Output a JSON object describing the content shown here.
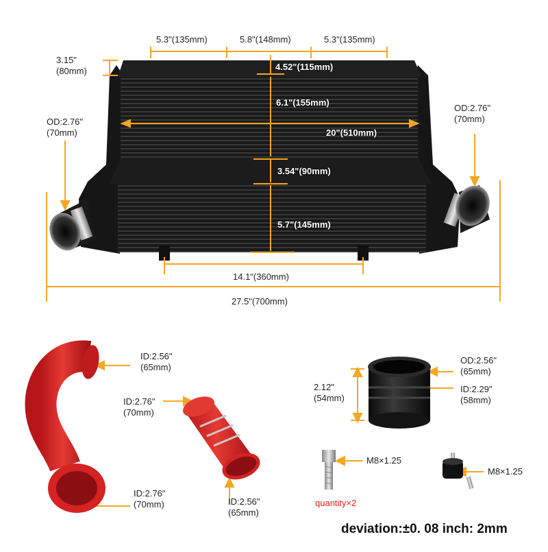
{
  "colors": {
    "dimension_line": "#f5a623",
    "intercooler_body": "#1b1b1b",
    "hose": "#d42322",
    "note_text": "#e0201b"
  },
  "intercooler": {
    "top_dims": [
      "5.3\"(135mm)",
      "5.8\"(148mm)",
      "5.3\"(135mm)"
    ],
    "top_height": {
      "inch": "3.15\"",
      "mm": "(80mm)"
    },
    "tank_depth": "4.52\"(115mm)",
    "upper_core_height": "6.1\"(155mm)",
    "core_width": "20\"(510mm)",
    "gap_height": "3.54\"(90mm)",
    "lower_core_height": "5.7\"(145mm)",
    "mount_spacing": "14.1\"(360mm)",
    "overall_width": "27.5\"(700mm)",
    "left_outlet": {
      "od": "OD:2.76\"",
      "mm": "(70mm)"
    },
    "right_outlet": {
      "od": "OD:2.76\"",
      "mm": "(70mm)"
    }
  },
  "hose_bend": {
    "top_id": {
      "inch": "ID:2.56\"",
      "mm": "(65mm)"
    },
    "bottom_id": {
      "inch": "ID:2.76\"",
      "mm": "(70mm)"
    }
  },
  "hose_straight": {
    "top_id": {
      "inch": "ID:2.76\"",
      "mm": "(70mm)"
    },
    "bottom_id": {
      "inch": "ID:2.56\"",
      "mm": "(65mm)"
    }
  },
  "adapter": {
    "height": {
      "inch": "2.12\"",
      "mm": "(54mm)"
    },
    "od": {
      "inch": "OD:2.56\"",
      "mm": "(65mm)"
    },
    "id": {
      "inch": "ID:2.29\"",
      "mm": "(58mm)"
    }
  },
  "bolt": {
    "spec": "M8×1.25",
    "quantity": "quantity×2"
  },
  "mount": {
    "spec": "M8×1.25"
  },
  "deviation_note": "deviation:±0. 08 inch: 2mm"
}
